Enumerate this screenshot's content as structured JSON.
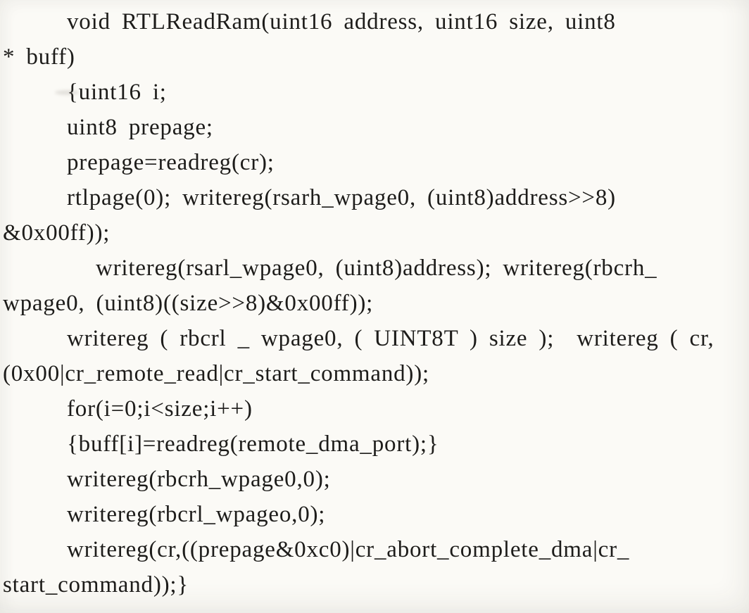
{
  "page": {
    "background": "#fbfaf6",
    "ink_color": "#1d1c1a",
    "content_type": "scanned C code listing"
  },
  "code_lines": [
    {
      "text": "void RTLReadRam(uint16 address, uint16 size, uint8"
    },
    {
      "text": "* buff)"
    },
    {
      "text": "{uint16 i;"
    },
    {
      "text": "uint8 prepage;"
    },
    {
      "text": "prepage=readreg(cr);"
    },
    {
      "text": "rtlpage(0); writereg(rsarh_wpage0, (uint8)address>>8)"
    },
    {
      "text": "&0x00ff));"
    },
    {
      "text": "writereg(rsarl_wpage0, (uint8)address); writereg(rbcrh_"
    },
    {
      "text": "wpage0, (uint8)((size>>8)&0x00ff));"
    },
    {
      "text": "writereg ( rbcrl _ wpage0, ( UINT8T ) size );  writereg ( cr,"
    },
    {
      "text": "(0x00|cr_remote_read|cr_start_command));"
    },
    {
      "text": "for(i=0;i<size;i++)"
    },
    {
      "text": "{buff[i]=readreg(remote_dma_port);}"
    },
    {
      "text": "writereg(rbcrh_wpage0,0);"
    },
    {
      "text": "writereg(rbcrl_wpageo,0);"
    },
    {
      "text": "writereg(cr,((prepage&0xc0)|cr_abort_complete_dma|cr_"
    },
    {
      "text": "start_command));}"
    }
  ]
}
